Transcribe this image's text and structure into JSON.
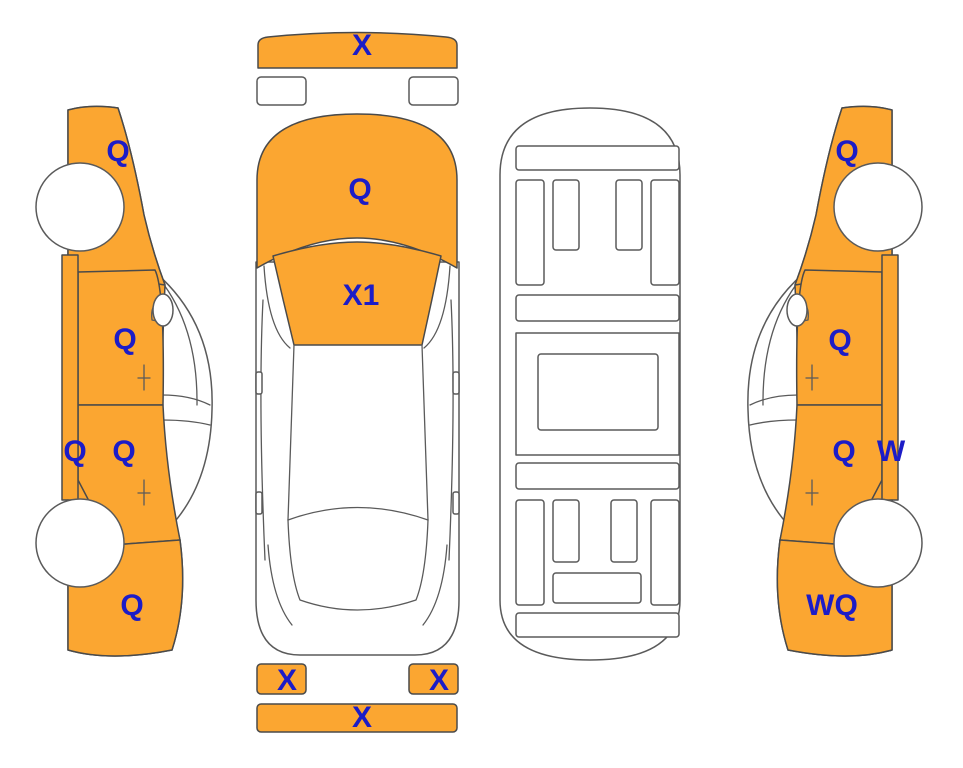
{
  "colors": {
    "damaged_fill": "#fba631",
    "label_text": "#1c1cc7",
    "outline": "#5a5a5a",
    "background": "#ffffff"
  },
  "labels": {
    "front_bumper": "X",
    "hood": "Q",
    "windshield": "X1",
    "rear_light_left": "X",
    "rear_light_right": "X",
    "rear_bumper": "X",
    "left_front_fender": "Q",
    "left_front_door": "Q",
    "left_rear_door": "Q",
    "left_sill": "Q",
    "left_rear_quarter": "Q",
    "right_front_fender": "Q",
    "right_front_door": "Q",
    "right_rear_door": "Q",
    "right_sill": "W",
    "right_rear_quarter": "WQ"
  }
}
